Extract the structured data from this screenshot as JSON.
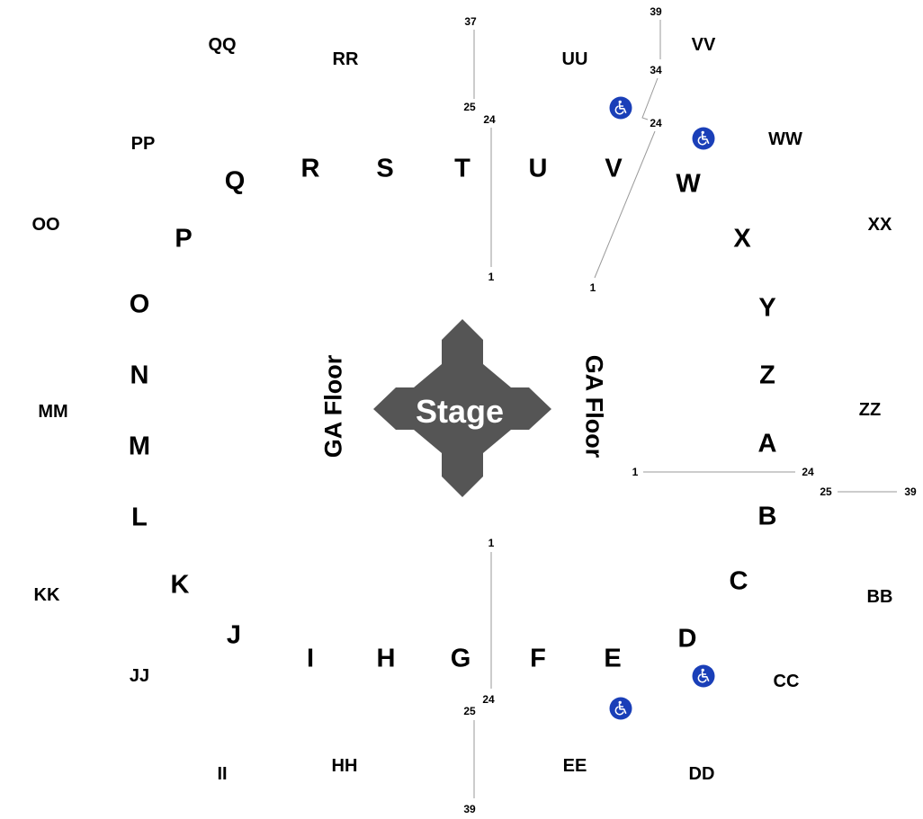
{
  "colors": {
    "stage": "#555555",
    "stage_text": "#ffffff",
    "label": "#000000",
    "row_line": "#9a9a9a",
    "accessible": "#1a3fb8"
  },
  "stage": {
    "label": "Stage"
  },
  "ga_floor": {
    "left": "GA Floor",
    "right": "GA Floor"
  },
  "inner_sections": {
    "A": "A",
    "B": "B",
    "C": "C",
    "D": "D",
    "E": "E",
    "F": "F",
    "G": "G",
    "H": "H",
    "I": "I",
    "J": "J",
    "K": "K",
    "L": "L",
    "M": "M",
    "N": "N",
    "O": "O",
    "P": "P",
    "Q": "Q",
    "R": "R",
    "S": "S",
    "T": "T",
    "U": "U",
    "V": "V",
    "W": "W",
    "X": "X",
    "Y": "Y",
    "Z": "Z"
  },
  "outer_sections": {
    "BB": "BB",
    "CC": "CC",
    "DD": "DD",
    "EE": "EE",
    "HH": "HH",
    "II": "II",
    "JJ": "JJ",
    "KK": "KK",
    "MM": "MM",
    "OO": "OO",
    "PP": "PP",
    "QQ": "QQ",
    "RR": "RR",
    "UU": "UU",
    "VV": "VV",
    "WW": "WW",
    "XX": "XX",
    "ZZ": "ZZ"
  },
  "row_numbers": {
    "top_37": "37",
    "top_25": "25",
    "top_24": "24",
    "top_1": "1",
    "ne_39": "39",
    "ne_34": "34",
    "ne_24": "24",
    "ne_1": "1",
    "east_1": "1",
    "east_24": "24",
    "east_25": "25",
    "east_39": "39",
    "south_1": "1",
    "south_24": "24",
    "south_25": "25",
    "south_39": "39"
  },
  "icons": {
    "accessible": "wheelchair-accessible-icon"
  }
}
